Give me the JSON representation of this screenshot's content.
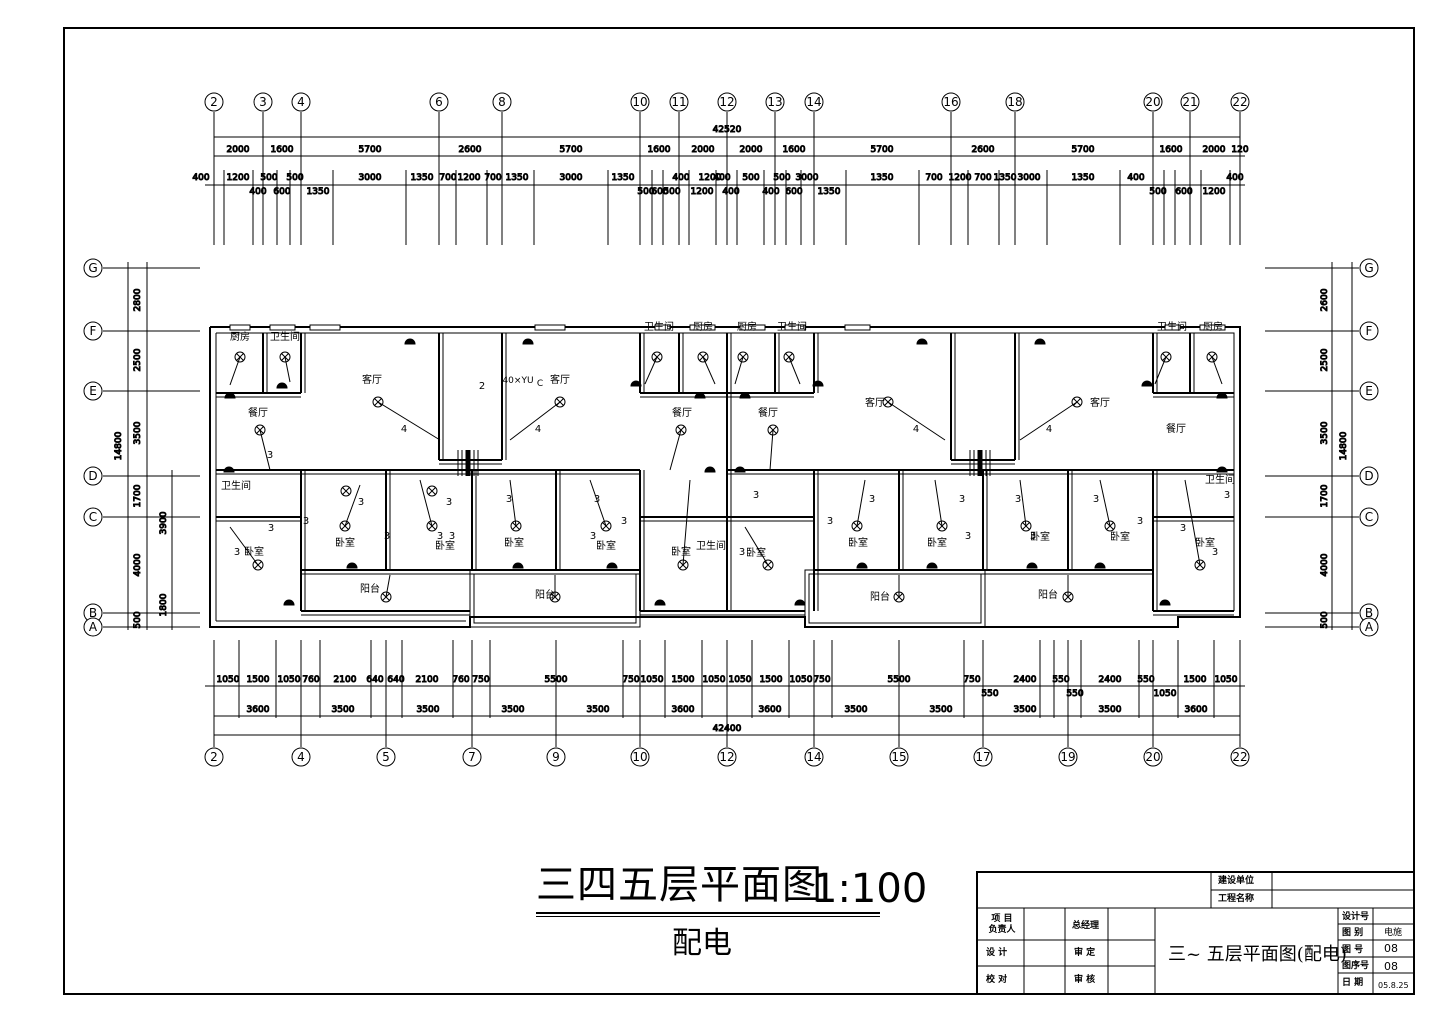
{
  "drawing": {
    "title": "三四五层平面图",
    "scale": "1:100",
    "subtitle": "配电"
  },
  "top_axes": [
    "2",
    "3",
    "4",
    "6",
    "8",
    "10",
    "11",
    "12",
    "13",
    "14",
    "16",
    "18",
    "20",
    "21",
    "22"
  ],
  "bottom_axes": [
    "2",
    "4",
    "5",
    "7",
    "9",
    "10",
    "12",
    "14",
    "15",
    "17",
    "19",
    "20",
    "22"
  ],
  "row_axes": [
    "G",
    "F",
    "E",
    "D",
    "C",
    "B",
    "A"
  ],
  "top_dims": {
    "overall": "42520",
    "row1": [
      "2000",
      "1600",
      "5700",
      "2600",
      "5700",
      "1600",
      "2000",
      "2000",
      "1600",
      "5700",
      "2600",
      "5700",
      "1600",
      "2000",
      "120"
    ],
    "row2": [
      "400",
      "1200",
      "500",
      "500",
      "3000",
      "1350",
      "700",
      "1200",
      "700",
      "1350",
      "3000",
      "1350",
      "400",
      "1200",
      "400",
      "500",
      "500",
      "3000",
      "1350",
      "700",
      "1200",
      "700",
      "1350",
      "3000",
      "1350",
      "400",
      "400"
    ],
    "row3": [
      "400",
      "600",
      "1350",
      "500",
      "600",
      "500",
      "1200",
      "400",
      "400",
      "600",
      "1350",
      "500",
      "600",
      "1200"
    ]
  },
  "bottom_dims": {
    "row1": [
      "1050",
      "1500",
      "1050",
      "760",
      "2100",
      "640",
      "640",
      "2100",
      "760",
      "750",
      "5500",
      "750",
      "1050",
      "1500",
      "1050",
      "1050",
      "1500",
      "1050",
      "750",
      "5500",
      "750",
      "2400",
      "550",
      "2400",
      "550",
      "1500",
      "1050"
    ],
    "row1b": [
      "550",
      "550",
      "1050"
    ],
    "row2": [
      "3600",
      "3500",
      "3500",
      "3500",
      "3500",
      "3600",
      "3600",
      "3500",
      "3500",
      "3500",
      "3500",
      "3600"
    ],
    "overall": "42400"
  },
  "side_dims": {
    "left": [
      "2800",
      "2500",
      "3500",
      "1700",
      "4000",
      "500"
    ],
    "left_total": "14800",
    "left_inner": [
      "3900",
      "1800"
    ],
    "right": [
      "2600",
      "2500",
      "3500",
      "1700",
      "4000",
      "500"
    ],
    "right_total": "14800"
  },
  "rooms": {
    "kitchen": "厨房",
    "bathroom": "卫生间",
    "living": "客厅",
    "dining": "餐厅",
    "bedroom": "卧室",
    "balcony": "阳台",
    "cable": "40×YU",
    "label_c": "C",
    "num2": "2",
    "num3": "3",
    "num4": "4"
  },
  "title_block": {
    "build_unit": "建设单位",
    "project_name": "工程名称",
    "project_lead": "项 目\n负责人",
    "designer": "设 计",
    "checker": "校 对",
    "general_manager": "总经理",
    "approve": "审 定",
    "review": "审 核",
    "sheet_title": "三~ 五层平面图(配电)",
    "design_no_label": "设计号",
    "category_label": "图 别",
    "category_value": "电施",
    "sheet_no_label": "图 号",
    "sheet_no_value": "08",
    "order_label": "图序号",
    "order_value": "08",
    "date_label": "日 期",
    "date_value": "05.8.25"
  }
}
